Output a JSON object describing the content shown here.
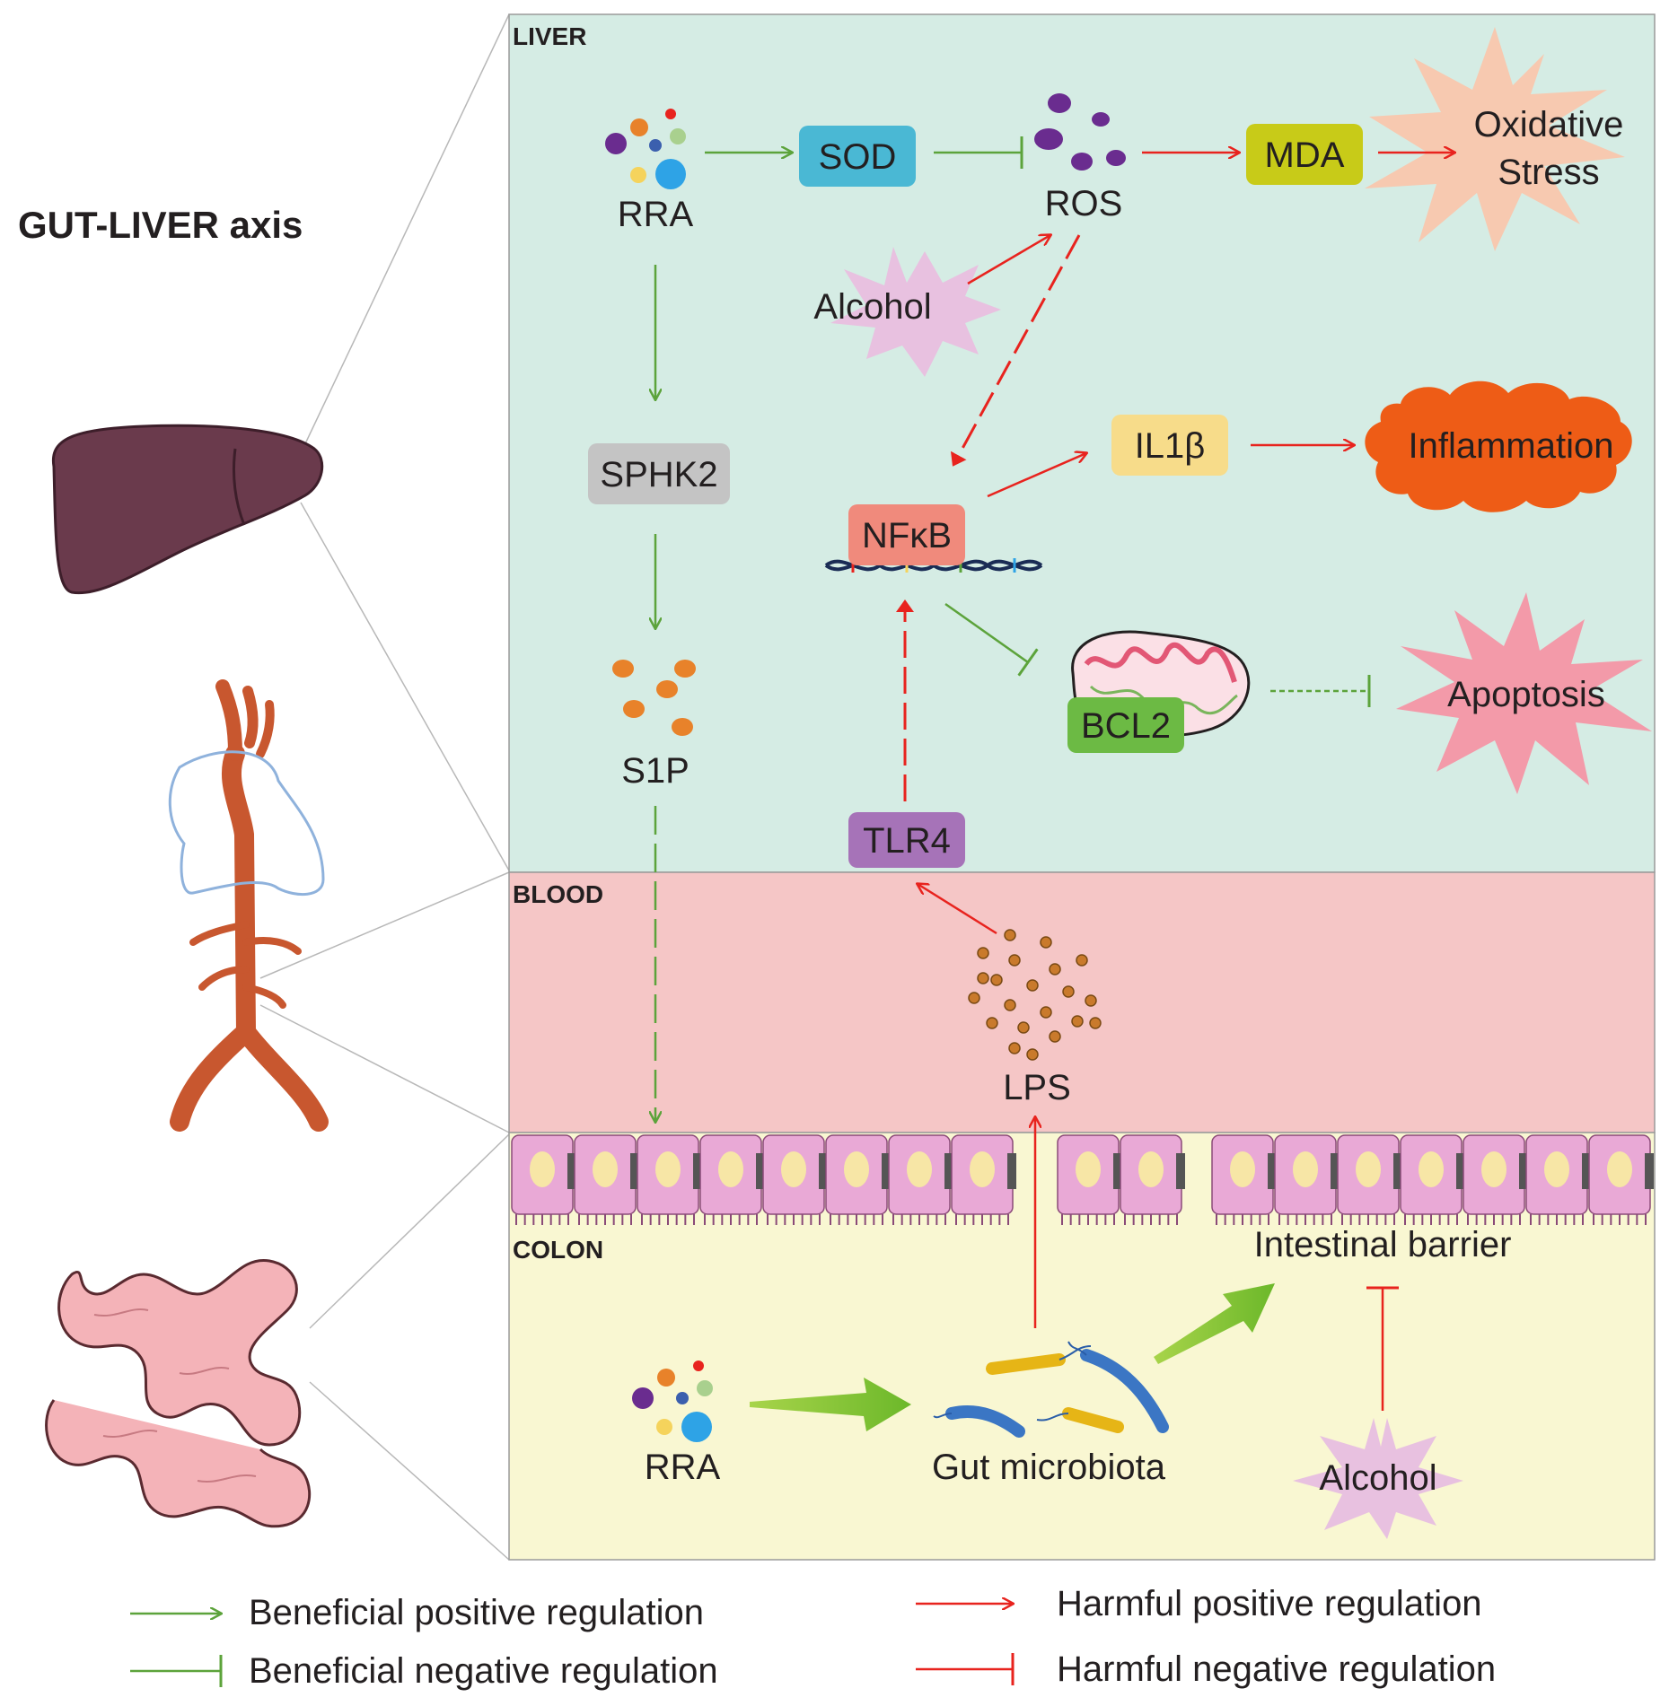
{
  "title": "GUT-LIVER axis",
  "regions": {
    "liver": "LIVER",
    "blood": "BLOOD",
    "colon": "COLON"
  },
  "nodes": {
    "rra_liver": "RRA",
    "sod": "SOD",
    "ros": "ROS",
    "mda": "MDA",
    "oxidative_stress_line1": "Oxidative",
    "oxidative_stress_line2": "Stress",
    "alcohol_liver": "Alcohol",
    "sphk2": "SPHK2",
    "il1b": "IL1β",
    "inflammation": "Inflammation",
    "nfkb": "NFκB",
    "bcl2": "BCL2",
    "apoptosis": "Apoptosis",
    "s1p": "S1P",
    "tlr4": "TLR4",
    "lps": "LPS",
    "intestinal_barrier": "Intestinal barrier",
    "rra_colon": "RRA",
    "gut_microbiota": "Gut microbiota",
    "alcohol_colon": "Alcohol"
  },
  "legend": {
    "beneficial_positive": "Beneficial positive regulation",
    "beneficial_negative": "Beneficial negative regulation",
    "harmful_positive": "Harmful positive regulation",
    "harmful_negative": "Harmful negative regulation"
  },
  "colors": {
    "liver_bg": "#d5ece4",
    "blood_bg": "#f5c6c6",
    "colon_bg": "#f9f7d2",
    "beneficial": "#5ca33b",
    "harmful": "#e8231e",
    "sod_box": "#4ab8d4",
    "mda_box": "#c8cb18",
    "sphk2_box": "#c4c4c4",
    "il1b_box": "#f7dc8a",
    "nfkb_box": "#f08a7c",
    "bcl2_box": "#6cba44",
    "tlr4_box": "#a673b8",
    "inflammation_cloud": "#ee5c16",
    "oxidative_burst": "#f7c9b0",
    "apoptosis_burst": "#f39aa9",
    "alcohol_burst": "#e8c1e0"
  }
}
